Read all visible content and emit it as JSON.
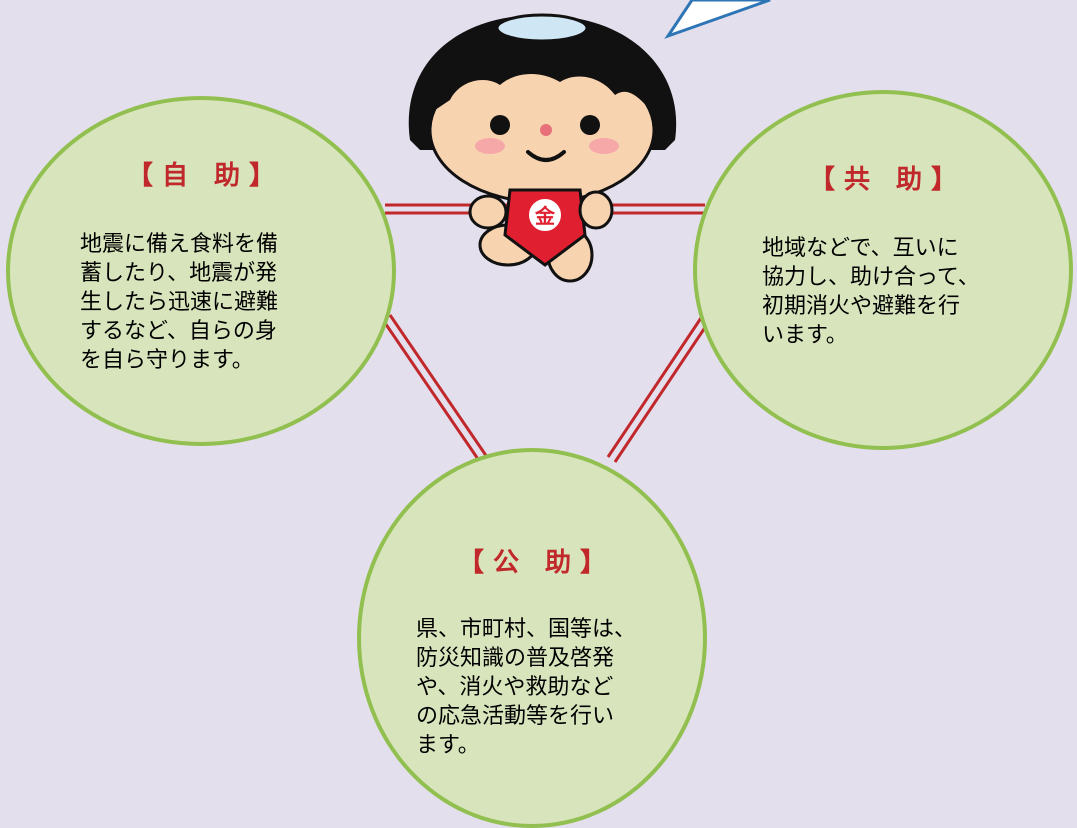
{
  "diagram": {
    "self_help": {
      "title": "【 自　助 】",
      "text": "地震に備え食料を備\n蓄したり、地震が発\n生したら迅速に避難\nするなど、自らの身\nを自ら守ります。"
    },
    "mutual_help": {
      "title": "【 共　助 】",
      "text": "地域などで、互いに\n協力し、助け合って、\n初期消火や避難を行\nいます。"
    },
    "public_help": {
      "title": "【 公　助 】",
      "text": "県、市町村、国等は、\n防災知識の普及啓発\nや、消火や救助など\nの応急活動等を行い\nます。"
    },
    "mascot": {
      "emblem": "金"
    }
  },
  "colors": {
    "background": "#e4dfec",
    "circle_fill": "#d8e4bc",
    "circle_border": "#92c050",
    "title_red": "#c0282c",
    "connector_red": "#c0282c",
    "speech_bubble_border": "#2e75b6"
  }
}
